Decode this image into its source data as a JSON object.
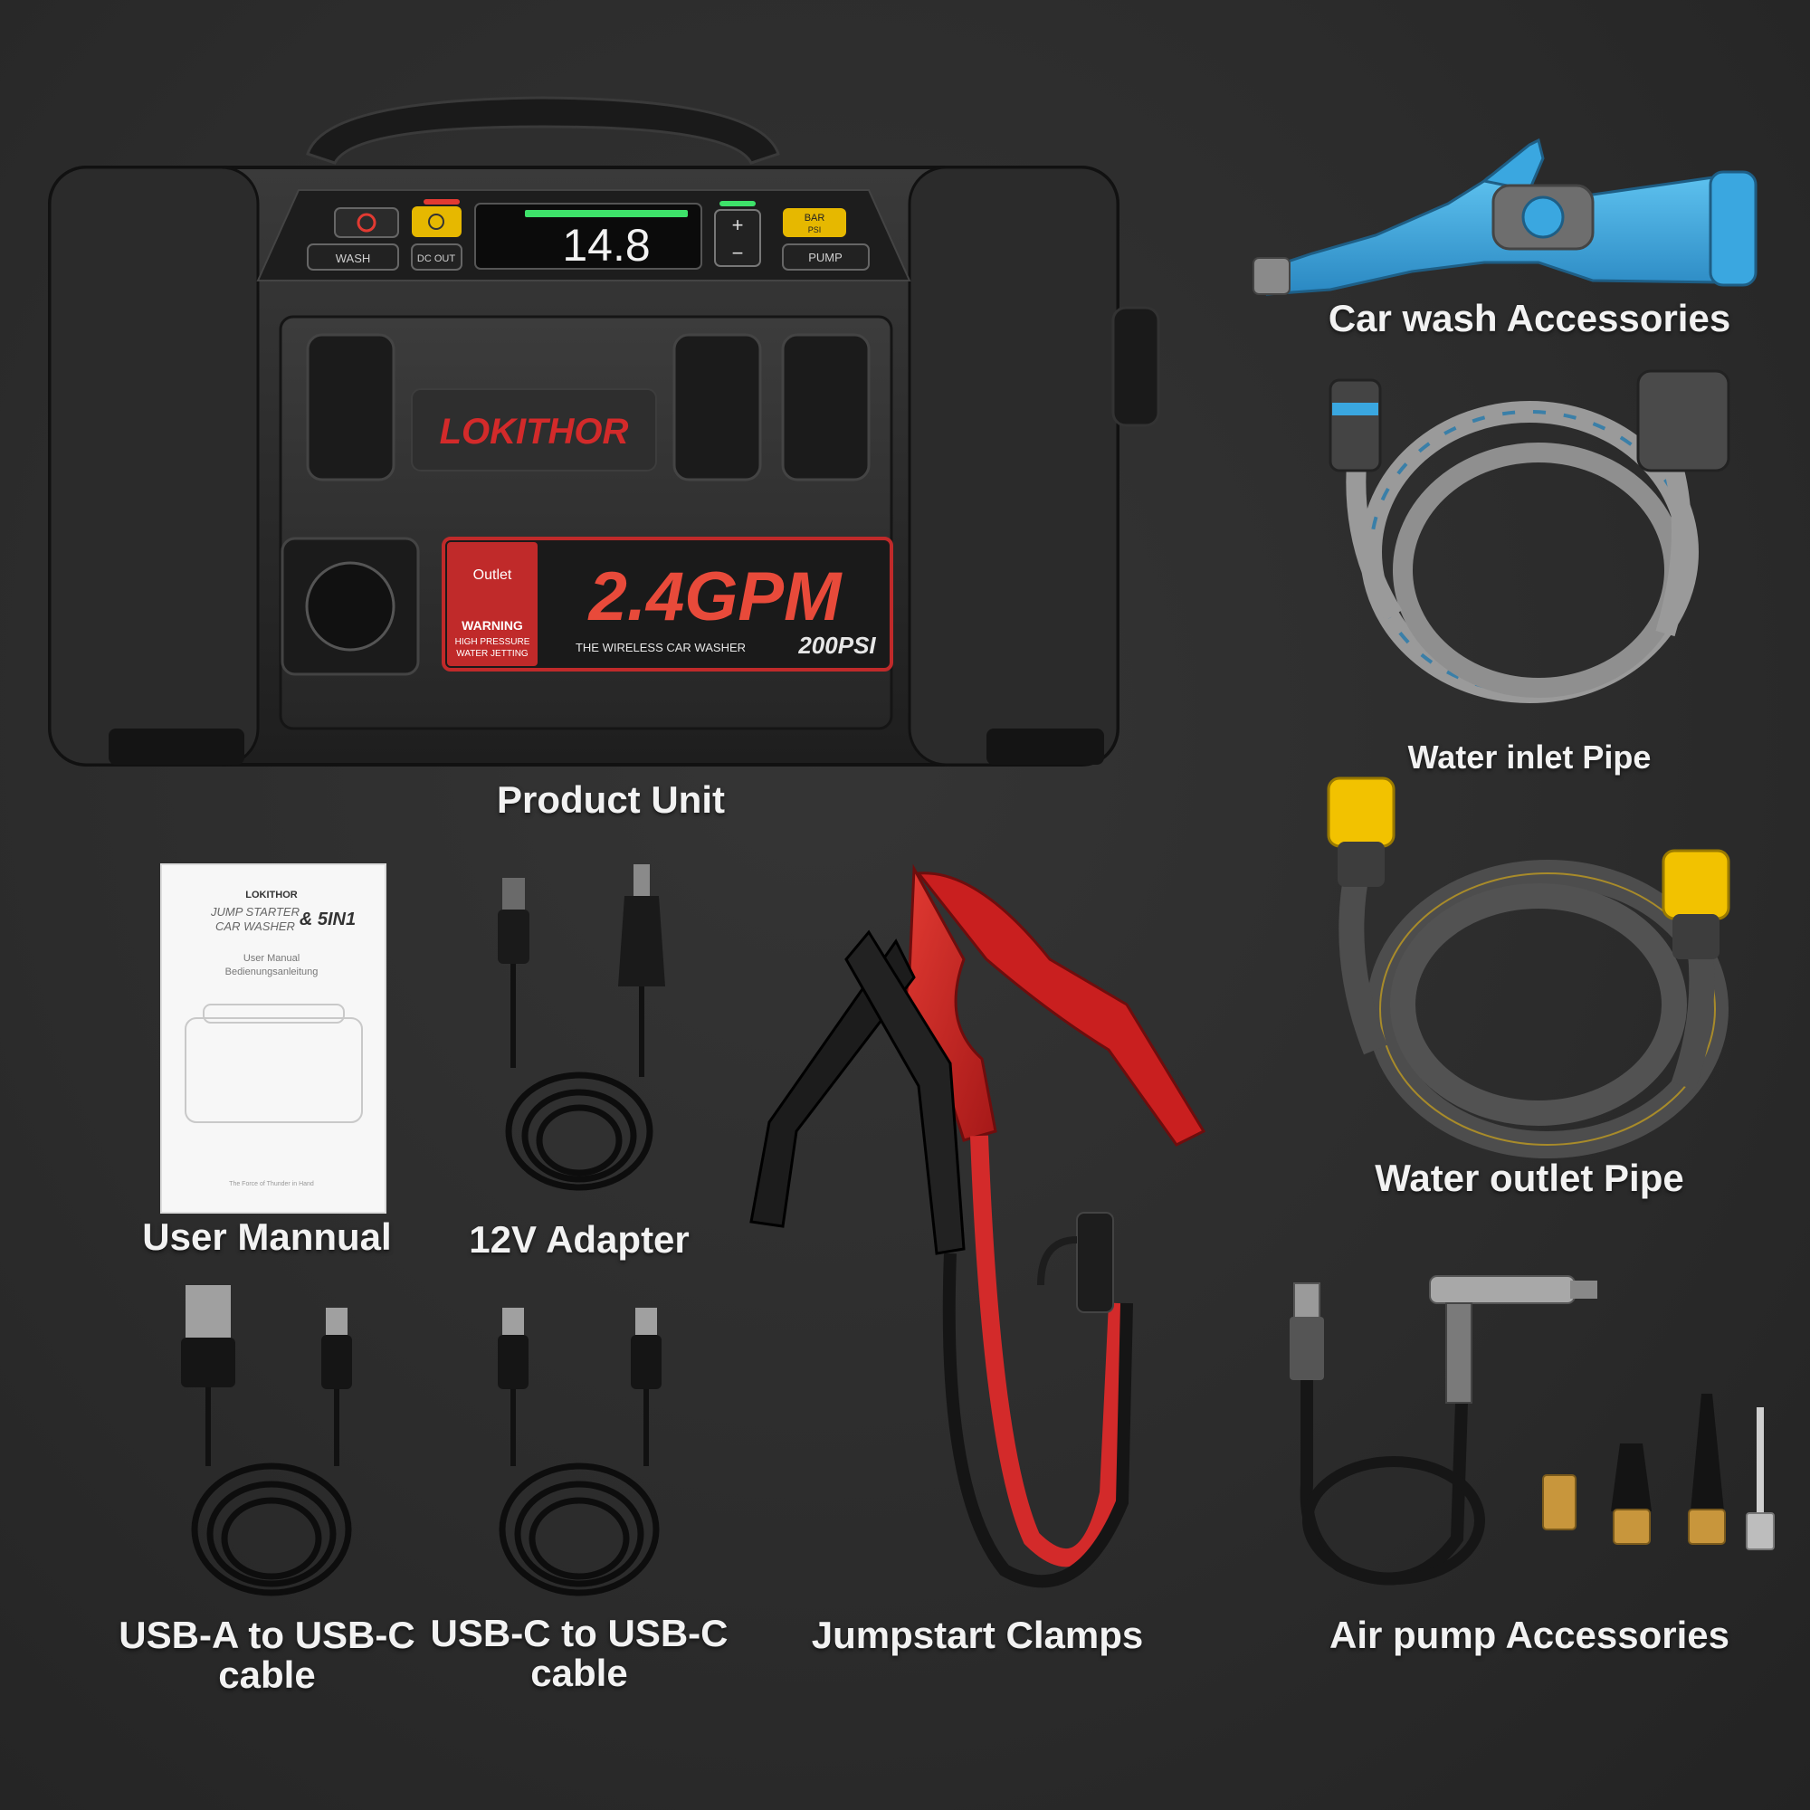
{
  "labels": {
    "product_unit": "Product Unit",
    "car_wash_accessories": "Car wash Accessories",
    "water_inlet_pipe": "Water inlet Pipe",
    "water_outlet_pipe": "Water outlet Pipe",
    "user_manual": "User Mannual",
    "adapter_12v": "12V Adapter",
    "jumpstart_clamps": "Jumpstart Clamps",
    "air_pump_accessories": "Air pump Accessories",
    "usb_a_to_c_line1": "USB-A to USB-C",
    "usb_a_to_c_line2": "cable",
    "usb_c_to_c_line1": "USB-C to USB-C",
    "usb_c_to_c_line2": "cable"
  },
  "unit": {
    "brand": "LOKITHOR",
    "display_value": "14.8",
    "btn_wash": "WASH",
    "btn_dc_out": "DC OUT",
    "btn_bar": "BAR",
    "btn_psi": "PSI",
    "btn_pump": "PUMP",
    "flow_rate": "2.4GPM",
    "tagline": "THE WIRELESS CAR WASHER",
    "pressure": "200PSI",
    "outlet": "Outlet",
    "warning": "WARNING",
    "warning_line1": "HIGH PRESSURE",
    "warning_line2": "WATER JETTING"
  },
  "manual": {
    "brand": "LOKITHOR",
    "line1": "JUMP STARTER",
    "line2": "CAR WASHER",
    "badge": "& 5IN1",
    "line3": "User Manual",
    "line4": "Bedienungsanleitung",
    "footer": "The Force of Thunder in Hand"
  },
  "colors": {
    "accent_red": "#d32a2a",
    "hose_blue": "#3aa7e0",
    "fitting_yellow": "#f2c200",
    "display_green": "#3ee26a",
    "brass": "#c8963c"
  }
}
